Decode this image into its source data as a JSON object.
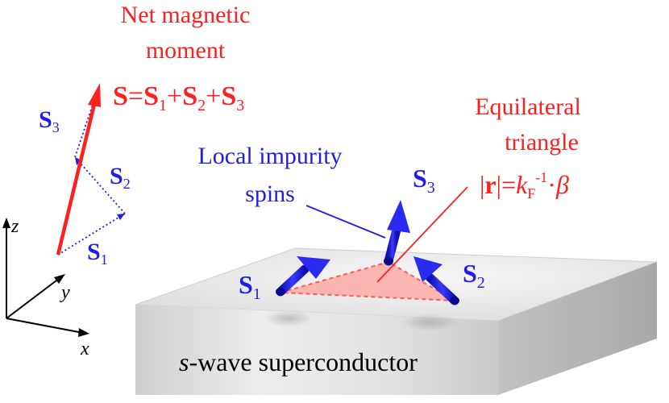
{
  "labels": {
    "net_line1": "Net magnetic",
    "net_line2": "moment",
    "formula": {
      "S": "S",
      "eq": "=",
      "S1": "S",
      "sub1": "1",
      "plus1": "+",
      "S2": "S",
      "sub2": "2",
      "plus2": "+",
      "S3": "S",
      "sub3": "3"
    },
    "tri_line1": "Equilateral",
    "tri_line2": "triangle",
    "r_formula": {
      "bar_open": "|",
      "r": "r",
      "bar_close": "|=",
      "k": "k",
      "F": "F",
      "exp": "-1",
      "dot": "·",
      "beta": "β"
    },
    "local_line1": "Local impurity",
    "local_line2": "spins",
    "axis_z": "z",
    "axis_y": "y",
    "axis_x": "x",
    "vec_S1": {
      "S": "S",
      "sub": "1"
    },
    "vec_S2": {
      "S": "S",
      "sub": "2"
    },
    "vec_S3": {
      "S": "S",
      "sub": "3"
    },
    "spin_S1": {
      "S": "S",
      "sub": "1"
    },
    "spin_S2": {
      "S": "S",
      "sub": "2"
    },
    "spin_S3": {
      "S": "S",
      "sub": "3"
    },
    "slab": {
      "s": "s",
      "rest": "-wave superconductor"
    }
  },
  "colors": {
    "red": "#ff1f1f",
    "blue": "#1e1ee6",
    "slab_top": "#e8e8e8",
    "slab_front": "#d6d6d6",
    "triangle_fill": "#ffb3b0"
  }
}
